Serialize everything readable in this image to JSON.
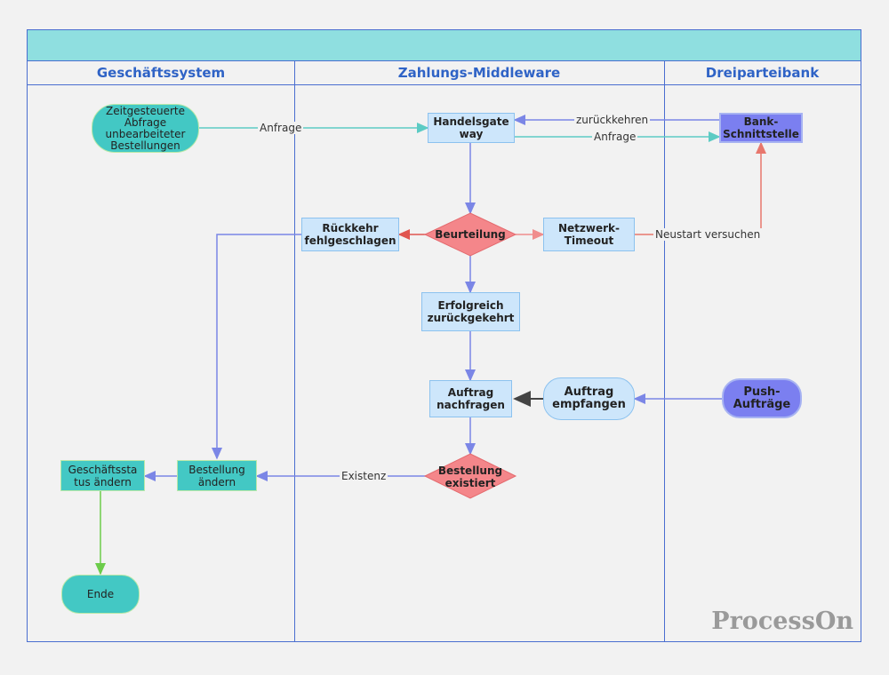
{
  "lanes": {
    "left": "Geschäftssystem",
    "middle": "Zahlungs-Middleware",
    "right": "Dreiparteibank"
  },
  "nodes": {
    "query": "Zeitgesteuerte Abfrage unbearbeiteter Bestellungen",
    "gateway": "Handelsgate way",
    "bank_interface": "Bank-Schnittstelle",
    "judgment": "Beurteilung",
    "return_failed": "Rückkehr fehlgeschlagen",
    "network_timeout": "Netzwerk-Timeout",
    "success_returned": "Erfolgreich zurückgekehrt",
    "query_order": "Auftrag nachfragen",
    "receive_order": "Auftrag empfangen",
    "push_orders": "Push-Aufträge",
    "order_exists": "Bestellung existiert",
    "change_order": "Bestellung ändern",
    "change_status": "Geschäftssta tus ändern",
    "end": "Ende"
  },
  "edge_labels": {
    "request1": "Anfrage",
    "return": "zurückkehren",
    "request2": "Anfrage",
    "retry": "Neustart versuchen",
    "exists": "Existenz"
  },
  "watermark": "ProcessOn",
  "colors": {
    "lane_border": "#4a6ed0",
    "header_fill": "#8fdfe0",
    "teal_node": "#43c8c4",
    "blue_node": "#cde6fb",
    "purple_node": "#7b7ff0",
    "diamond": "#f4868a"
  }
}
